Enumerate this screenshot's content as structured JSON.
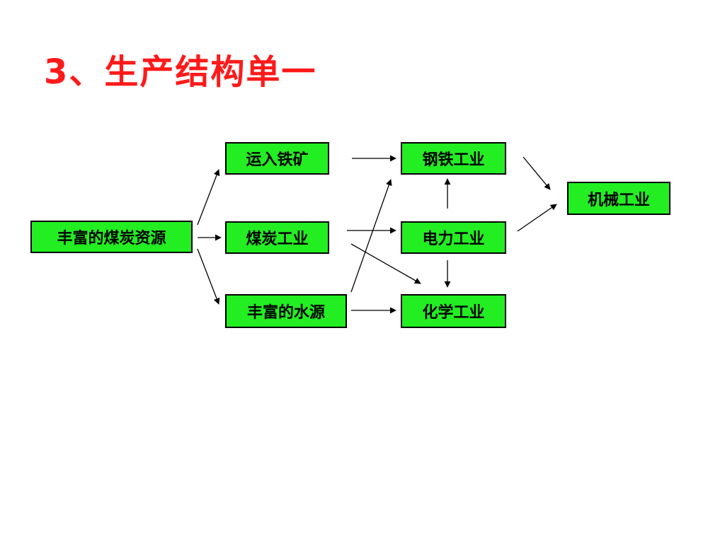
{
  "title": "3、生产结构单一",
  "colors": {
    "title": "#ff1a1a",
    "node_fill": "#22ee22",
    "node_border": "#000000",
    "arrow": "#000000"
  },
  "nodes": {
    "coal_resources": "丰富的煤炭资源",
    "imported_ore": "运入铁矿",
    "coal_industry": "煤炭工业",
    "water_resources": "丰富的水源",
    "steel_industry": "钢铁工业",
    "power_industry": "电力工业",
    "chemical_industry": "化学工业",
    "machinery_industry": "机械工业"
  }
}
